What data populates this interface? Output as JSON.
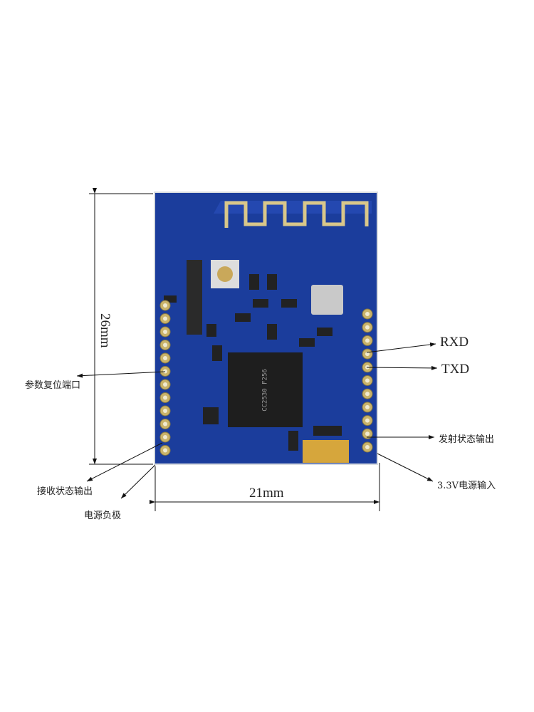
{
  "dimensions": {
    "height": "26mm",
    "width": "21mm"
  },
  "labels": {
    "reset_port": "参数复位端口",
    "rx_status": "接收状态输出",
    "gnd": "电源负极",
    "rxd": "RXD",
    "txd": "TXD",
    "tx_status": "发射状态输出",
    "vcc": "3.3V电源输入"
  },
  "module": {
    "chip_marking": "CC2530 F256",
    "pcb_color": "#1b3d9c",
    "pad_color": "#c9b36a"
  }
}
